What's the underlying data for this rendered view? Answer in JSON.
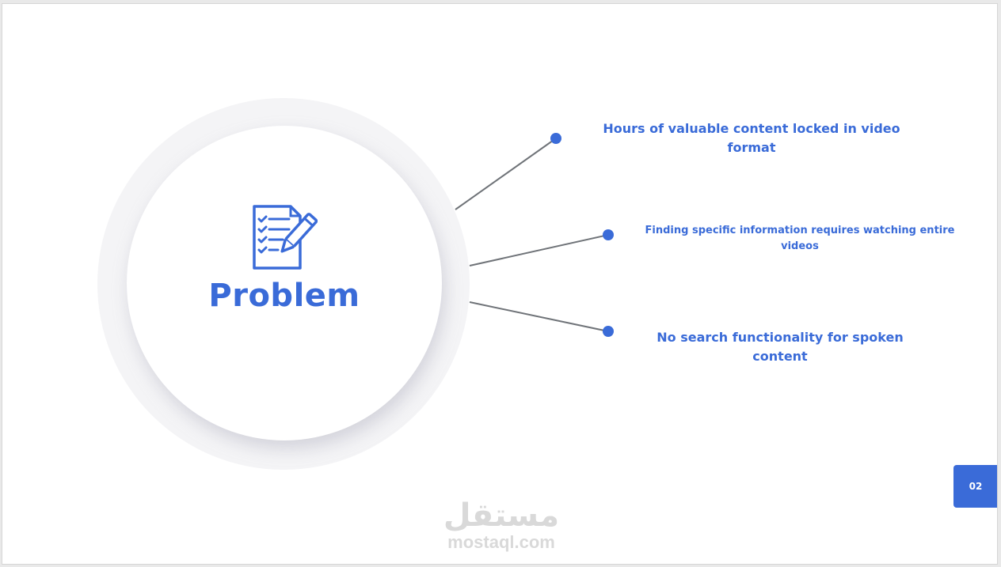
{
  "slide": {
    "title": "Problem",
    "icon": "checklist-pen-icon",
    "points": [
      {
        "text": "Hours of valuable content locked in video format"
      },
      {
        "text": "Finding specific information requires watching entire videos"
      },
      {
        "text": "No search functionality for spoken content"
      }
    ],
    "page_number": "02"
  },
  "watermark": {
    "arabic": "مستقل",
    "latin": "mostaql.com"
  },
  "colors": {
    "accent": "#3a6bd8",
    "connector": "#6f7378",
    "ring": "#f4f4f6"
  }
}
